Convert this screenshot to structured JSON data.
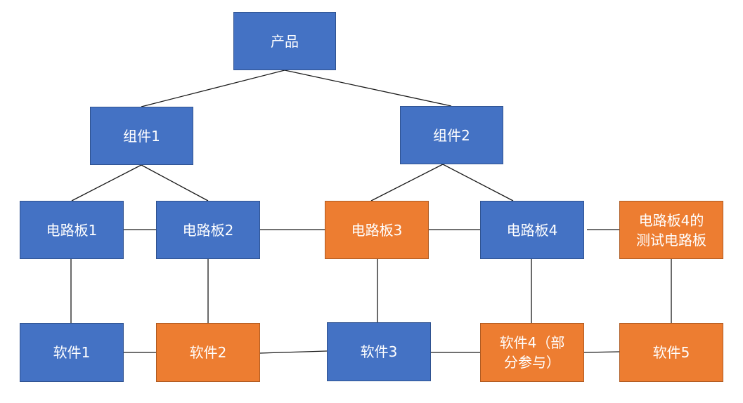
{
  "nodes": {
    "product": {
      "lines": [
        "产品"
      ],
      "color": "#4472c4"
    },
    "comp1": {
      "lines": [
        "组件1"
      ],
      "color": "#4472c4"
    },
    "comp2": {
      "lines": [
        "组件2"
      ],
      "color": "#4472c4"
    },
    "pcb1": {
      "lines": [
        "电路板1"
      ],
      "color": "#4472c4"
    },
    "pcb2": {
      "lines": [
        "电路板2"
      ],
      "color": "#4472c4"
    },
    "pcb3": {
      "lines": [
        "电路板3"
      ],
      "color": "#ed7d31"
    },
    "pcb4": {
      "lines": [
        "电路板4"
      ],
      "color": "#4472c4"
    },
    "pcb4_test": {
      "lines": [
        "电路板4的",
        "测试电路板"
      ],
      "color": "#ed7d31"
    },
    "sw1": {
      "lines": [
        "软件1"
      ],
      "color": "#4472c4"
    },
    "sw2": {
      "lines": [
        "软件2"
      ],
      "color": "#ed7d31"
    },
    "sw3": {
      "lines": [
        "软件3"
      ],
      "color": "#4472c4"
    },
    "sw4": {
      "lines": [
        "软件4（部",
        "分参与）"
      ],
      "color": "#ed7d31"
    },
    "sw5": {
      "lines": [
        "软件5"
      ],
      "color": "#ed7d31"
    }
  },
  "connections": [
    [
      "product",
      "comp1"
    ],
    [
      "product",
      "comp2"
    ],
    [
      "comp1",
      "pcb1"
    ],
    [
      "comp1",
      "pcb2"
    ],
    [
      "comp2",
      "pcb3"
    ],
    [
      "comp2",
      "pcb4"
    ],
    [
      "pcb1",
      "pcb2"
    ],
    [
      "pcb2",
      "pcb3"
    ],
    [
      "pcb3",
      "pcb4"
    ],
    [
      "pcb4",
      "pcb4_test"
    ],
    [
      "pcb1",
      "sw1"
    ],
    [
      "pcb2",
      "sw2"
    ],
    [
      "pcb3",
      "sw3"
    ],
    [
      "pcb4",
      "sw4"
    ],
    [
      "pcb4_test",
      "sw5"
    ],
    [
      "sw1",
      "sw2"
    ],
    [
      "sw2",
      "sw3"
    ],
    [
      "sw3",
      "sw4"
    ],
    [
      "sw4",
      "sw5"
    ]
  ]
}
